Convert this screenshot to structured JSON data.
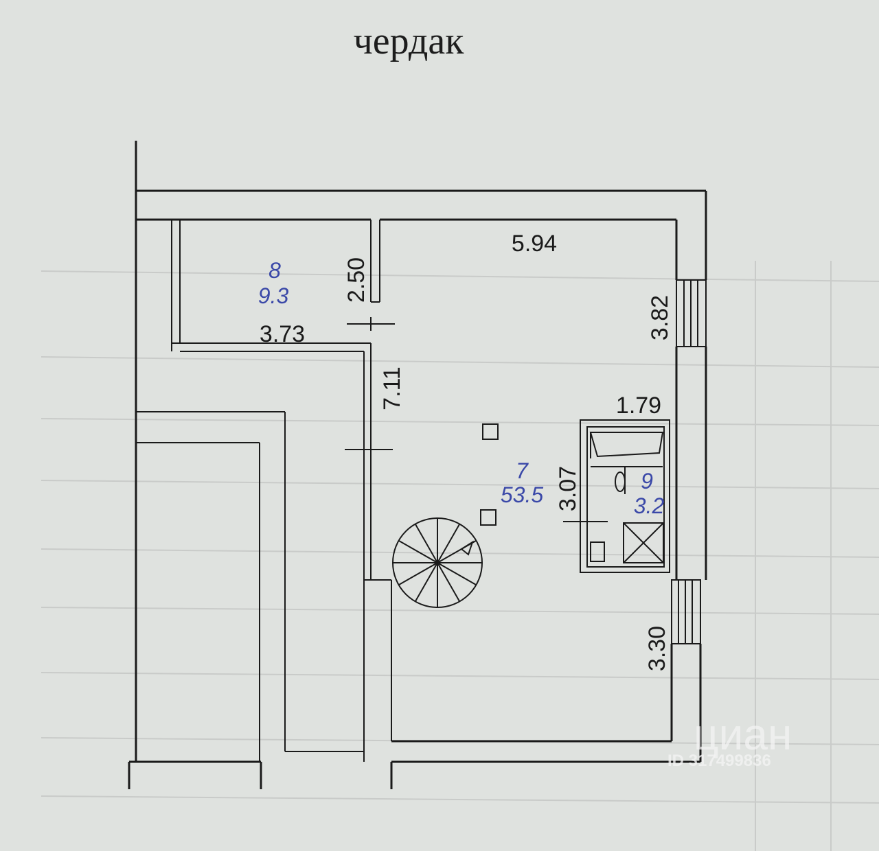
{
  "title": "чердак",
  "rooms": [
    {
      "number": "8",
      "area": "9.3"
    },
    {
      "number": "7",
      "area": "53.5"
    },
    {
      "number": "9",
      "area": "3.2"
    }
  ],
  "dimensions": {
    "d_594": "5.94",
    "d_250": "2.50",
    "d_373": "3.73",
    "d_711": "7.11",
    "d_382": "3.82",
    "d_179": "1.79",
    "d_307": "3.07",
    "d_330": "3.30"
  },
  "watermark": {
    "brand": "циан",
    "id": "ID 317499836"
  }
}
